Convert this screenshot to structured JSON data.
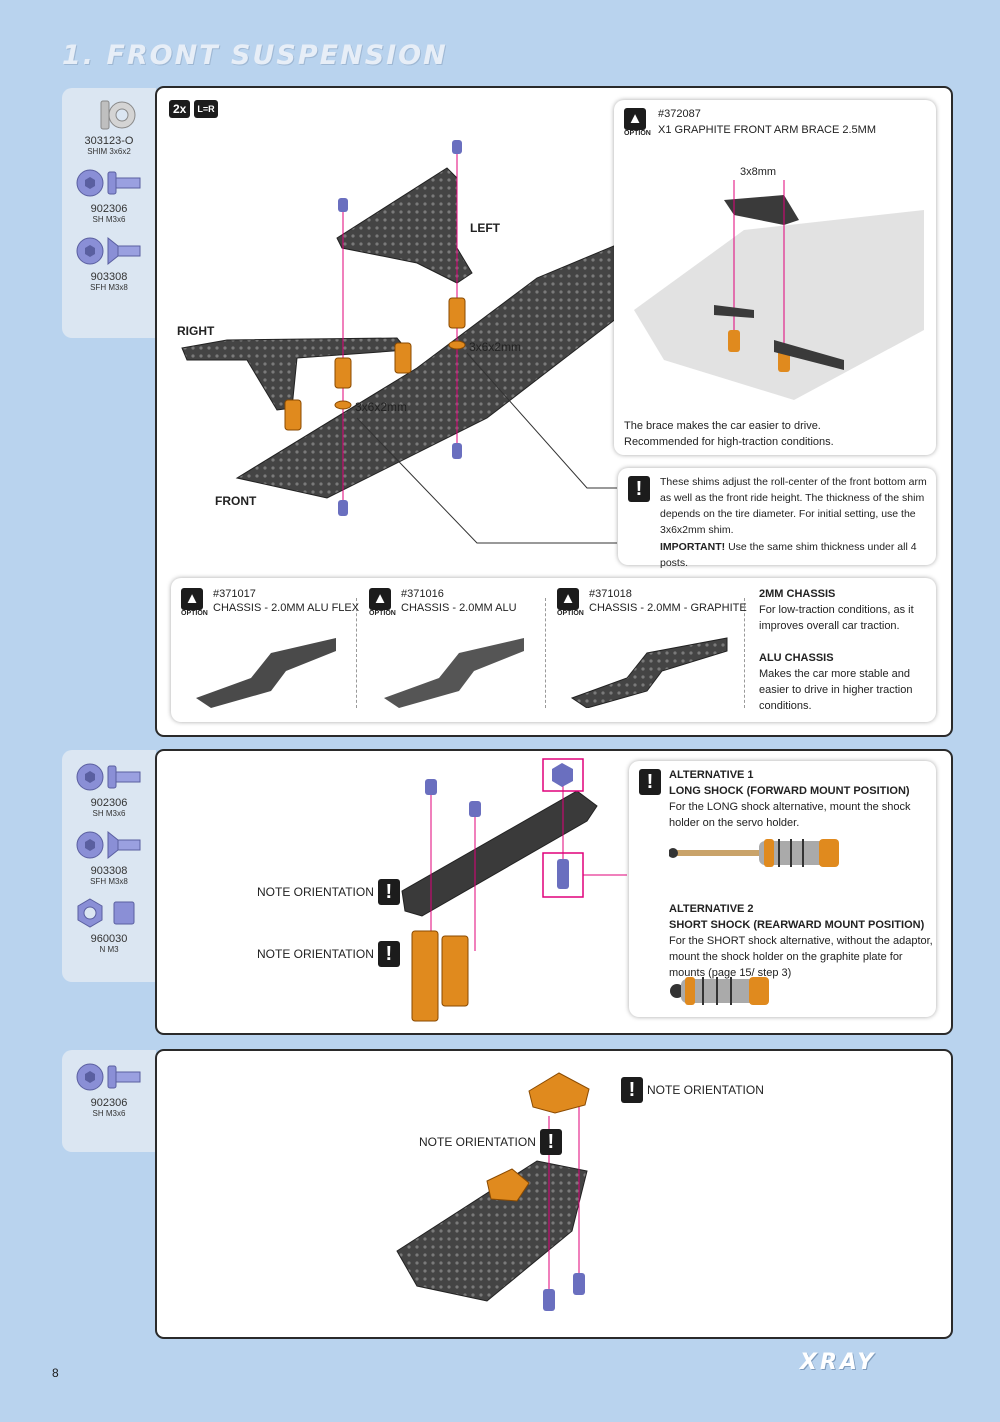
{
  "page": {
    "title": "1. FRONT SUSPENSION",
    "number": "8",
    "logo": "XRAY"
  },
  "parts_1": [
    {
      "code": "303123-O",
      "desc": "SHIM 3x6x2",
      "icon": "shim-icon"
    },
    {
      "code": "902306",
      "desc": "SH M3x6",
      "icon": "socket-head-screw-icon"
    },
    {
      "code": "903308",
      "desc": "SFH M3x8",
      "icon": "flat-head-screw-icon"
    }
  ],
  "parts_2": [
    {
      "code": "902306",
      "desc": "SH M3x6",
      "icon": "socket-head-screw-icon"
    },
    {
      "code": "903308",
      "desc": "SFH M3x8",
      "icon": "flat-head-screw-icon"
    },
    {
      "code": "960030",
      "desc": "N M3",
      "icon": "nut-icon"
    }
  ],
  "parts_3": [
    {
      "code": "902306",
      "desc": "SH M3x6",
      "icon": "socket-head-screw-icon"
    }
  ],
  "step1": {
    "badge_qty": "2x",
    "badge_lr": "L=R",
    "labels": {
      "left": "LEFT",
      "right": "RIGHT",
      "front": "FRONT",
      "shim_a": "3x6x2mm",
      "shim_b": "3x6x2mm"
    },
    "option_brace": {
      "number": "#372087",
      "name": "X1 GRAPHITE FRONT ARM BRACE 2.5MM",
      "screw": "3x8mm",
      "note1": "The brace makes the car easier to drive.",
      "note2": "Recommended for high-traction conditions."
    },
    "warning": {
      "text": "These shims adjust the roll-center of the front bottom arm as well as the front ride height. The thickness of the shim depends on the tire diameter. For initial setting, use the 3x6x2mm shim.",
      "important_label": "IMPORTANT!",
      "important_text": "Use the same shim thickness under all 4 posts."
    },
    "chassis_options": [
      {
        "number": "#371017",
        "name": "CHASSIS - 2.0MM ALU FLEX"
      },
      {
        "number": "#371016",
        "name": "CHASSIS - 2.0MM ALU"
      },
      {
        "number": "#371018",
        "name": "CHASSIS - 2.0MM - GRAPHITE"
      }
    ],
    "chassis_notes": {
      "h1": "2MM CHASSIS",
      "t1": "For low-traction conditions, as it improves overall car traction.",
      "h2": "ALU CHASSIS",
      "t2": "Makes the car more stable and easier to drive in higher traction conditions."
    }
  },
  "step2": {
    "note1": "NOTE ORIENTATION",
    "note2": "NOTE ORIENTATION",
    "alt1_title": "ALTERNATIVE 1",
    "alt1_sub": "LONG SHOCK  (FORWARD MOUNT POSITION)",
    "alt1_text": "For the LONG shock alternative, mount the shock holder on the servo holder.",
    "alt2_title": "ALTERNATIVE 2",
    "alt2_sub": "SHORT SHOCK (REARWARD MOUNT POSITION)",
    "alt2_text": "For the SHORT shock alternative, without the adaptor, mount the shock holder on the graphite plate for mounts (page 15/ step 3)"
  },
  "step3": {
    "note1": "NOTE ORIENTATION",
    "note2": "NOTE ORIENTATION"
  },
  "option_label": "OPTION",
  "colors": {
    "background": "#b9d3ee",
    "accent_pink": "#e0007a",
    "alu_orange": "#e08a1e",
    "carbon": "#3a3a3a"
  }
}
